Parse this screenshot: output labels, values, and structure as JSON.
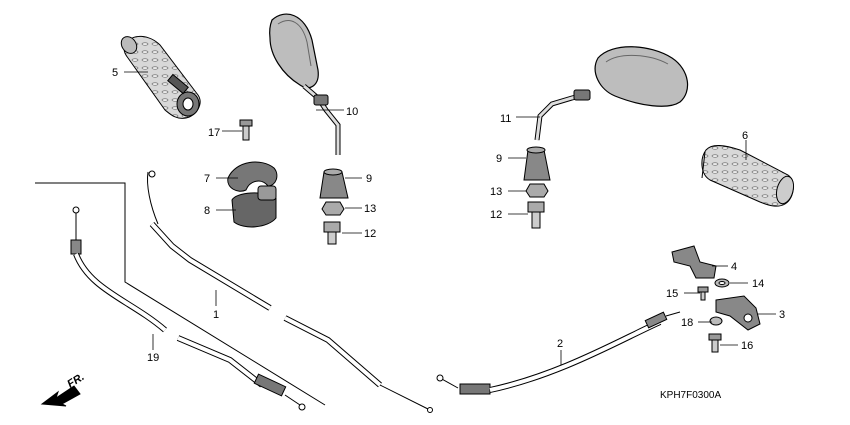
{
  "diagram_code": "KPH7F0300A",
  "direction_label": "FR.",
  "callouts": {
    "c1": "1",
    "c2": "2",
    "c3": "3",
    "c4": "4",
    "c5": "5",
    "c6": "6",
    "c7": "7",
    "c8": "8",
    "c9_left": "9",
    "c9_right": "9",
    "c10": "10",
    "c11": "11",
    "c12_left": "12",
    "c12_right": "12",
    "c13_left": "13",
    "c13_right": "13",
    "c14": "14",
    "c15": "15",
    "c16": "16",
    "c17": "17",
    "c18": "18",
    "c19": "19"
  }
}
